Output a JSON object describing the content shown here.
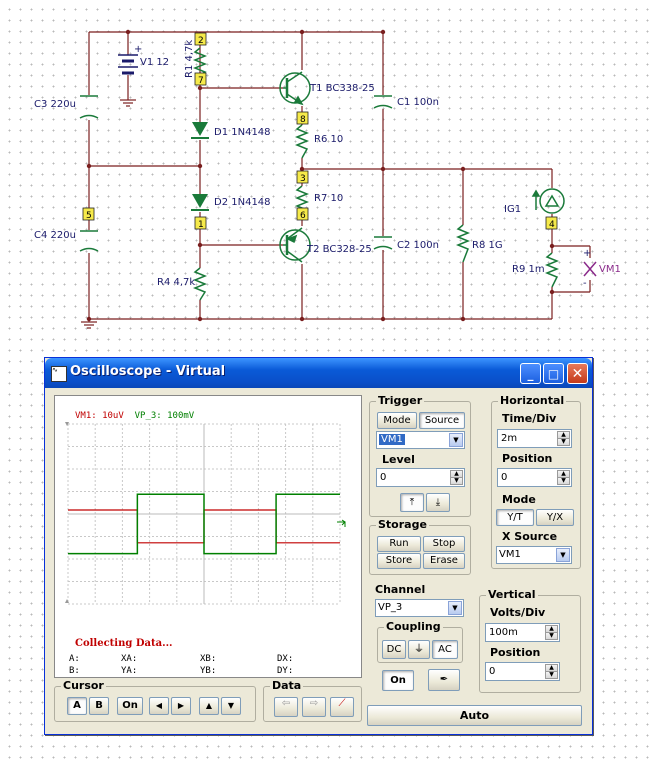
{
  "schematic": {
    "components": {
      "v1": "V1 12",
      "r1": "R1 4,7k",
      "t1": "T1 BC338-25",
      "c3": "C3 220u",
      "c1": "C1 100n",
      "d1": "D1 1N4148",
      "r6": "R6 10",
      "d2": "D2 1N4148",
      "r7": "R7 10",
      "ig1": "IG1",
      "c4": "C4 220u",
      "t2": "T2 BC328-25",
      "c2": "C2 100n",
      "r8": "R8 1G",
      "r9": "R9 1m",
      "vm1": "VM1",
      "r4": "R4 4,7k"
    },
    "nodes": [
      "2",
      "7",
      "8",
      "3",
      "6",
      "5",
      "1",
      "4"
    ],
    "signs": {
      "plus": "+",
      "minus": "-"
    }
  },
  "window": {
    "title": "Oscilloscope - Virtual",
    "title_icon": "oscilloscope-icon",
    "controls": {
      "minimize": "_",
      "maximize": "□",
      "close": "✕"
    }
  },
  "screen": {
    "channel_info": {
      "vm1": "VM1: 10uV",
      "vp3": "VP_3: 100mV"
    },
    "status": "Collecting Data...",
    "readouts": {
      "a": "A:",
      "xa": "XA:",
      "xb": "XB:",
      "dx": "DX:",
      "b": "B:",
      "ya": "YA:",
      "yb": "YB:",
      "dy": "DY:"
    },
    "colors": {
      "vm1": "#c00000",
      "vp3": "#008000",
      "blue": "#4040ff"
    }
  },
  "trigger": {
    "label": "Trigger",
    "mode": "Mode",
    "source": "Source",
    "source_value": "VM1",
    "level_label": "Level",
    "level_value": "0",
    "rising": "⤒",
    "falling": "⤓"
  },
  "horizontal": {
    "label": "Horizontal",
    "time_div_label": "Time/Div",
    "time_div_value": "2m",
    "position_label": "Position",
    "position_value": "0",
    "mode_label": "Mode",
    "mode_yt": "Y/T",
    "mode_yx": "Y/X",
    "xsource_label": "X Source",
    "xsource_value": "VM1"
  },
  "storage": {
    "label": "Storage",
    "run": "Run",
    "stop": "Stop",
    "store": "Store",
    "erase": "Erase"
  },
  "channel": {
    "label": "Channel",
    "value": "VP_3",
    "coupling_label": "Coupling",
    "dc": "DC",
    "gnd": "⏚",
    "ac": "AC",
    "on": "On"
  },
  "vertical": {
    "label": "Vertical",
    "volts_div_label": "Volts/Div",
    "volts_div_value": "100m",
    "position_label": "Position",
    "position_value": "0"
  },
  "cursor": {
    "label": "Cursor",
    "a": "A",
    "b": "B",
    "on": "On",
    "left": "◀",
    "right": "▶",
    "up": "▲",
    "down": "▼"
  },
  "data": {
    "label": "Data"
  },
  "auto": "Auto"
}
